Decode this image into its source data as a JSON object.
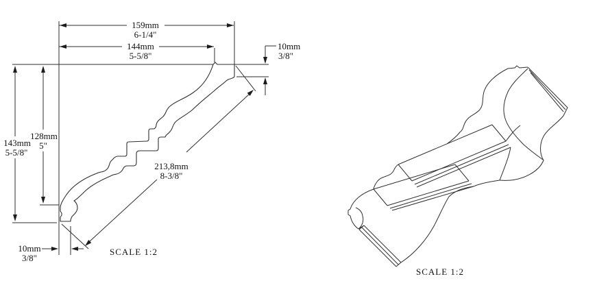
{
  "document": {
    "type": "technical-drawing",
    "subject": "crown-moulding-profile"
  },
  "left_view": {
    "name": "cross-section profile with dimensions",
    "scale_label": "SCALE  1:2",
    "dim_width_total_mm": "159mm",
    "dim_width_total_in": "6-1/4\"",
    "dim_width_top_mm": "144mm",
    "dim_width_top_in": "5-5/8\"",
    "dim_height_total_mm": "143mm",
    "dim_height_total_in": "5-5/8\"",
    "dim_height_upper_mm": "128mm",
    "dim_height_upper_in": "5\"",
    "dim_thickness_top_mm": "10mm",
    "dim_thickness_top_in": "3/8\"",
    "dim_thickness_bottom_mm": "10mm",
    "dim_thickness_bottom_in": "3/8\"",
    "dim_face_length_mm": "213,8mm",
    "dim_face_length_in": "8-3/8\""
  },
  "right_view": {
    "name": "isometric view",
    "scale_label": "SCALE  1:2"
  },
  "colors": {
    "line": "#2e2e2e",
    "background": "#ffffff",
    "text": "#111111"
  }
}
